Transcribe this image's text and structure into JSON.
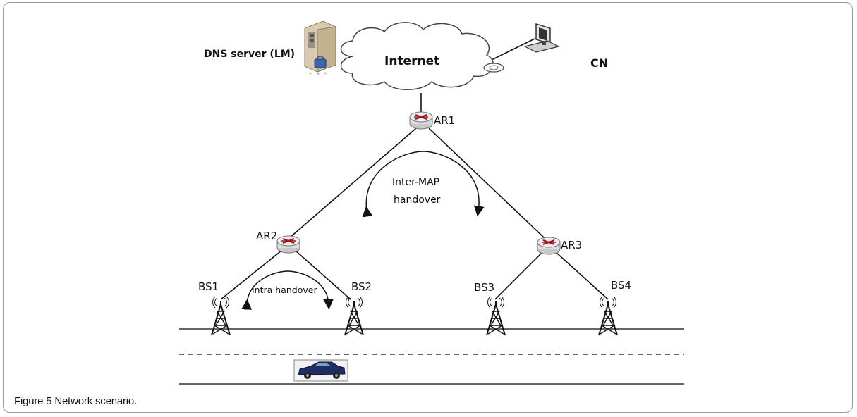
{
  "nodes": {
    "dns": "DNS server (LM)",
    "internet": "Internet",
    "cn": "CN",
    "ar1": "AR1",
    "ar2": "AR2",
    "ar3": "AR3",
    "bs1": "BS1",
    "bs2": "BS2",
    "bs3": "BS3",
    "bs4": "BS4"
  },
  "annotations": {
    "inter_map_line1": "Inter-MAP",
    "inter_map_line2": "handover",
    "intra": "Intra handover"
  },
  "caption": "Figure 5 Network scenario.",
  "icons": {
    "server": "server-icon",
    "cloud": "cloud-icon",
    "computer": "computer-icon",
    "router": "router-icon",
    "tower": "tower-icon",
    "car": "car-icon"
  }
}
